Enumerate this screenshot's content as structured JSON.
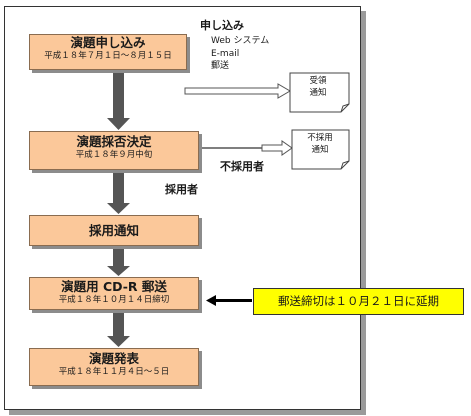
{
  "steps": [
    {
      "title": "演題申し込み",
      "date": "平成１８年７月１日〜８月１５日"
    },
    {
      "title": "演題採否決定",
      "date": "平成１８年９月中旬"
    },
    {
      "title": "採用通知",
      "date": ""
    },
    {
      "title": "演題用 CD-R 郵送",
      "date": "平成１８年１０月１４日締切"
    },
    {
      "title": "演題発表",
      "date": "平成１８年１１月４日〜５日"
    }
  ],
  "application": {
    "heading": "申し込み",
    "methods": [
      "Web システム",
      "E-mail",
      "郵送"
    ]
  },
  "docs": {
    "received": [
      "受領",
      "通知"
    ],
    "rejected": [
      "不採用",
      "通知"
    ]
  },
  "labels": {
    "rejected": "不採用者",
    "accepted": "採用者"
  },
  "note": "郵送締切は１０月２１日に延期",
  "colors": {
    "step_fill": "#fbc89a",
    "arrow": "#555555",
    "note_fill": "#ffff00"
  }
}
